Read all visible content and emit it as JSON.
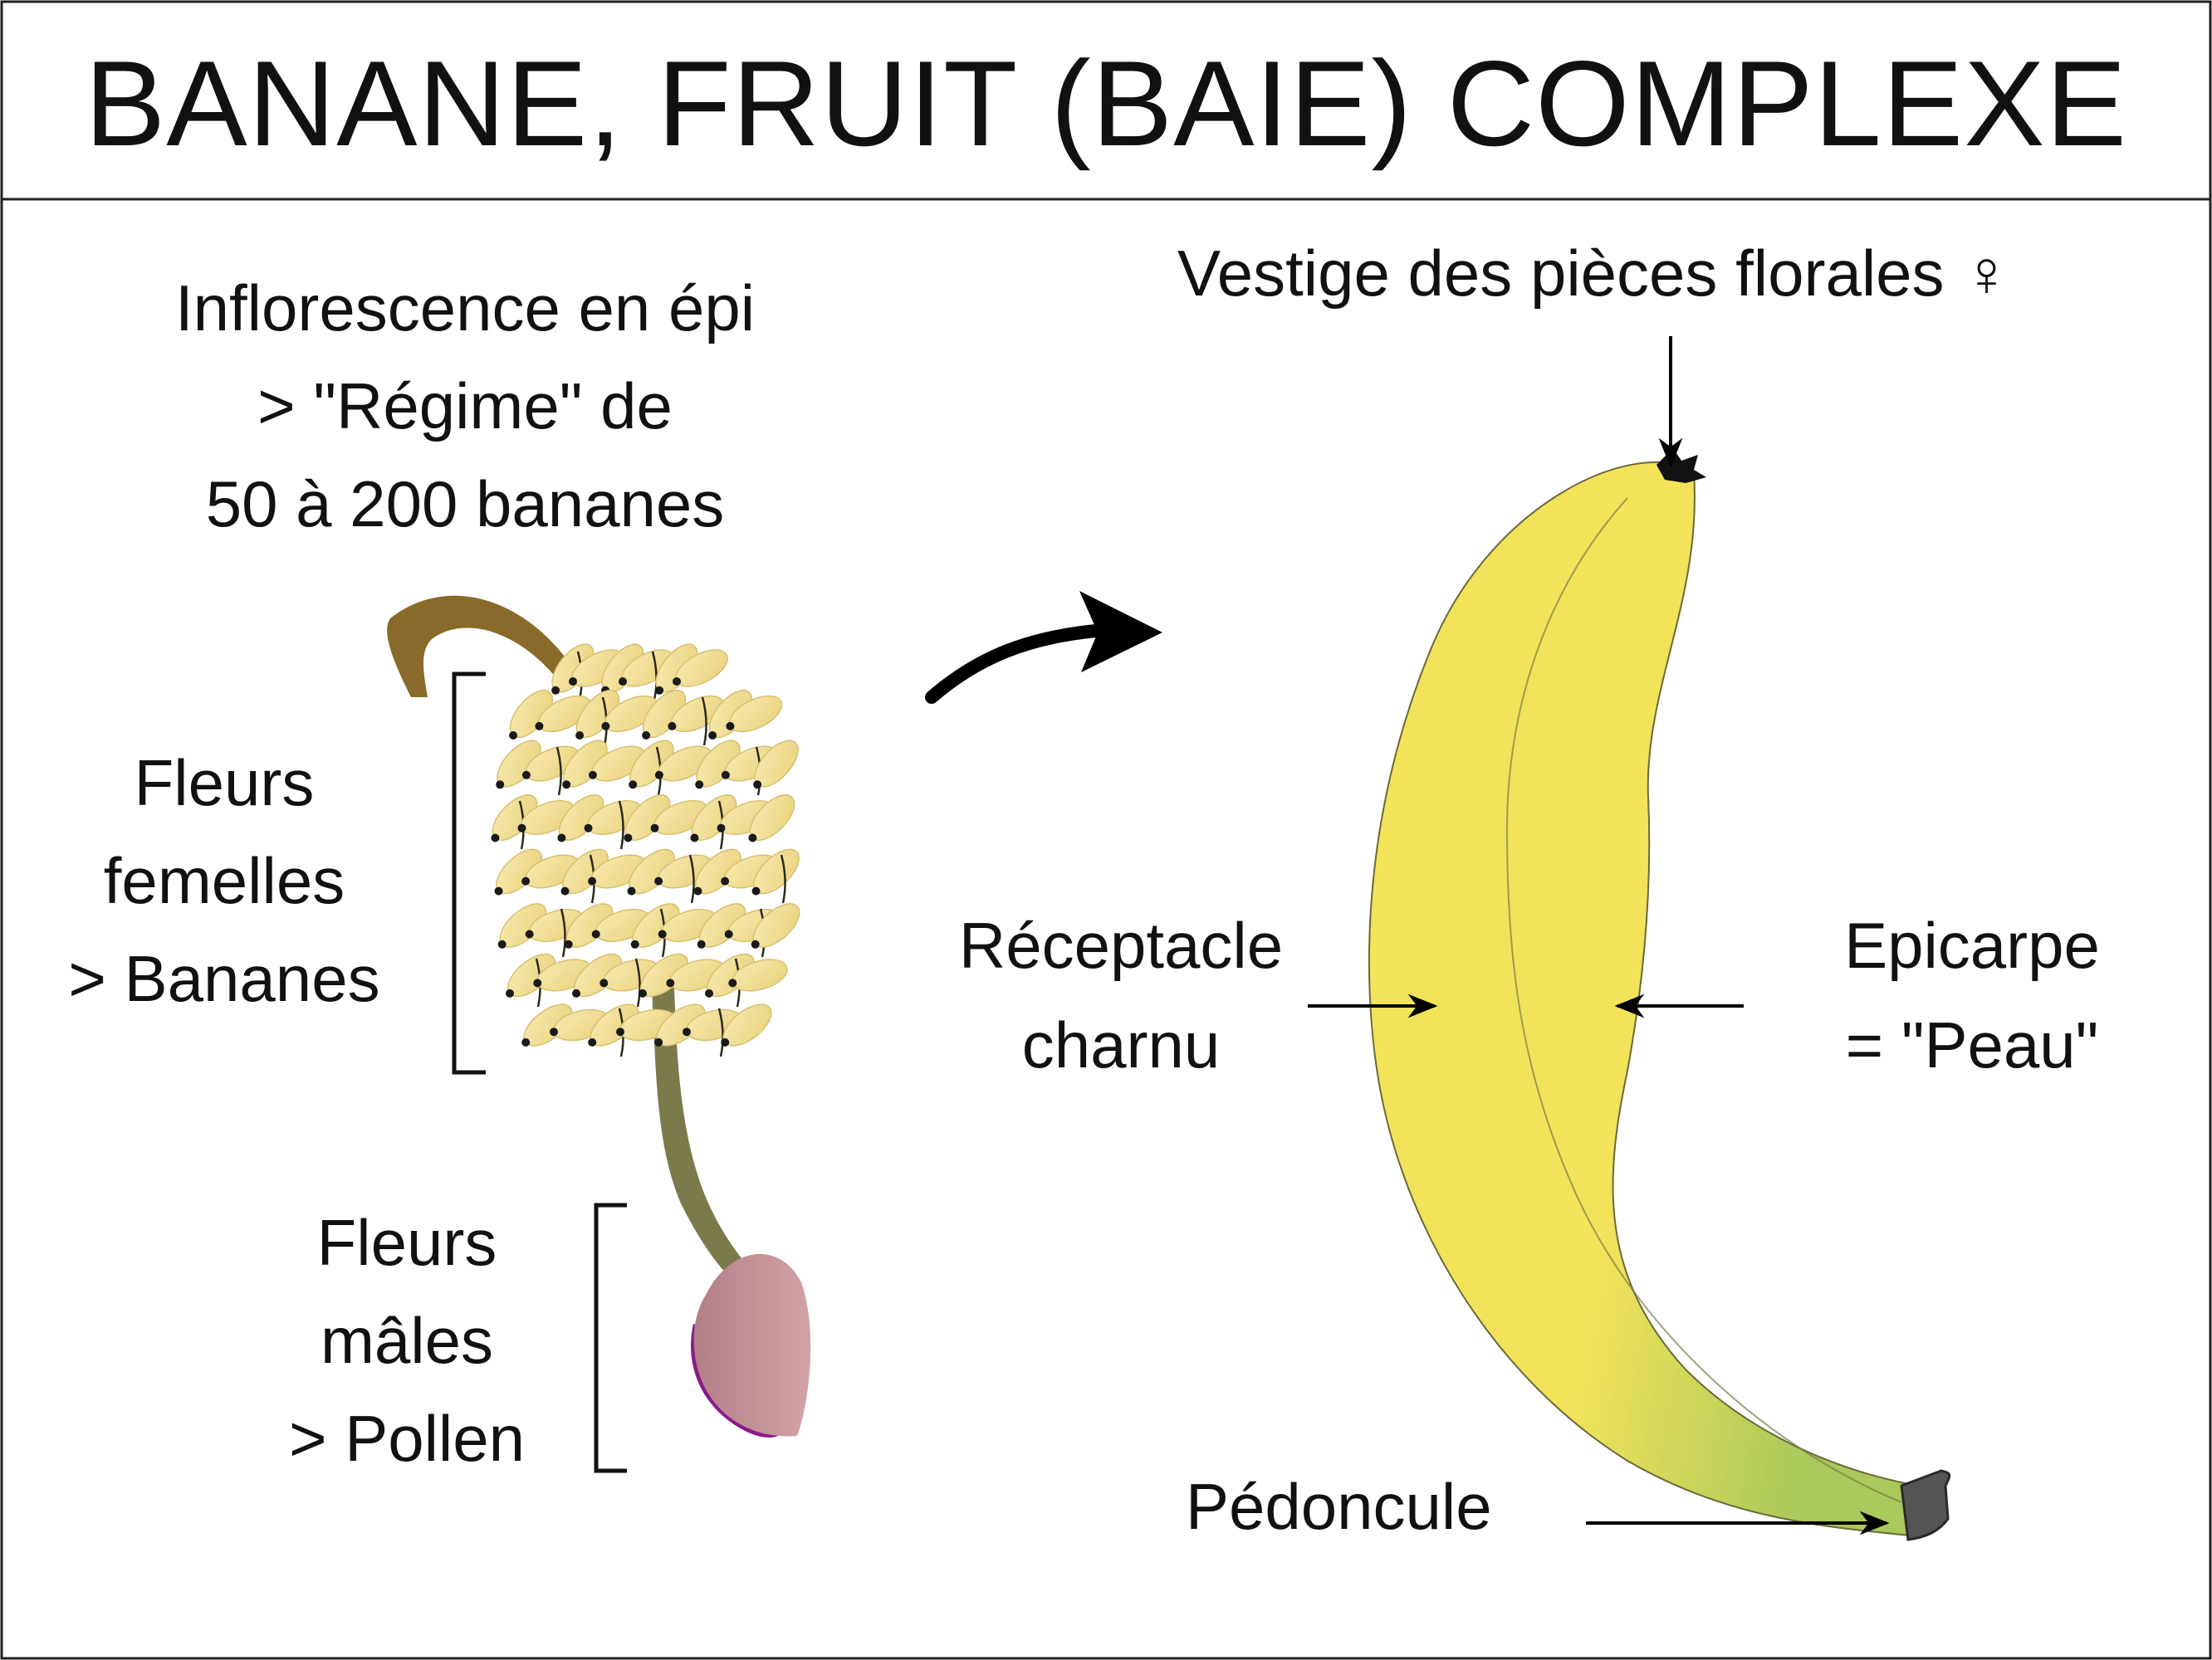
{
  "title": "BANANE, FRUIT (BAIE) COMPLEXE",
  "labels": {
    "inflorescence": [
      "Inflorescence en épi",
      "> \"Régime\" de",
      "50 à 200 bananes"
    ],
    "female_flowers": [
      "Fleurs",
      "femelles",
      "> Bananes"
    ],
    "male_flowers": [
      "Fleurs",
      "mâles",
      "> Pollen"
    ],
    "vestige": "Vestige des pièces florales ♀",
    "receptacle": [
      "Réceptacle",
      "charnu"
    ],
    "epicarp": [
      "Epicarpe",
      "= \"Peau\""
    ],
    "peduncle": "Pédoncule"
  },
  "colors": {
    "banana_yellow": "#f3e35a",
    "banana_green_tip": "#a9c95a",
    "peduncle_tip": "#555555",
    "cluster_fruit": "#f3e4a0",
    "stalk": "#7a7a4a",
    "stem_top": "#8a6a2a",
    "male_bud": "#c48f97",
    "bract_purple": "#8a1a8a",
    "arrow": "#000000"
  }
}
